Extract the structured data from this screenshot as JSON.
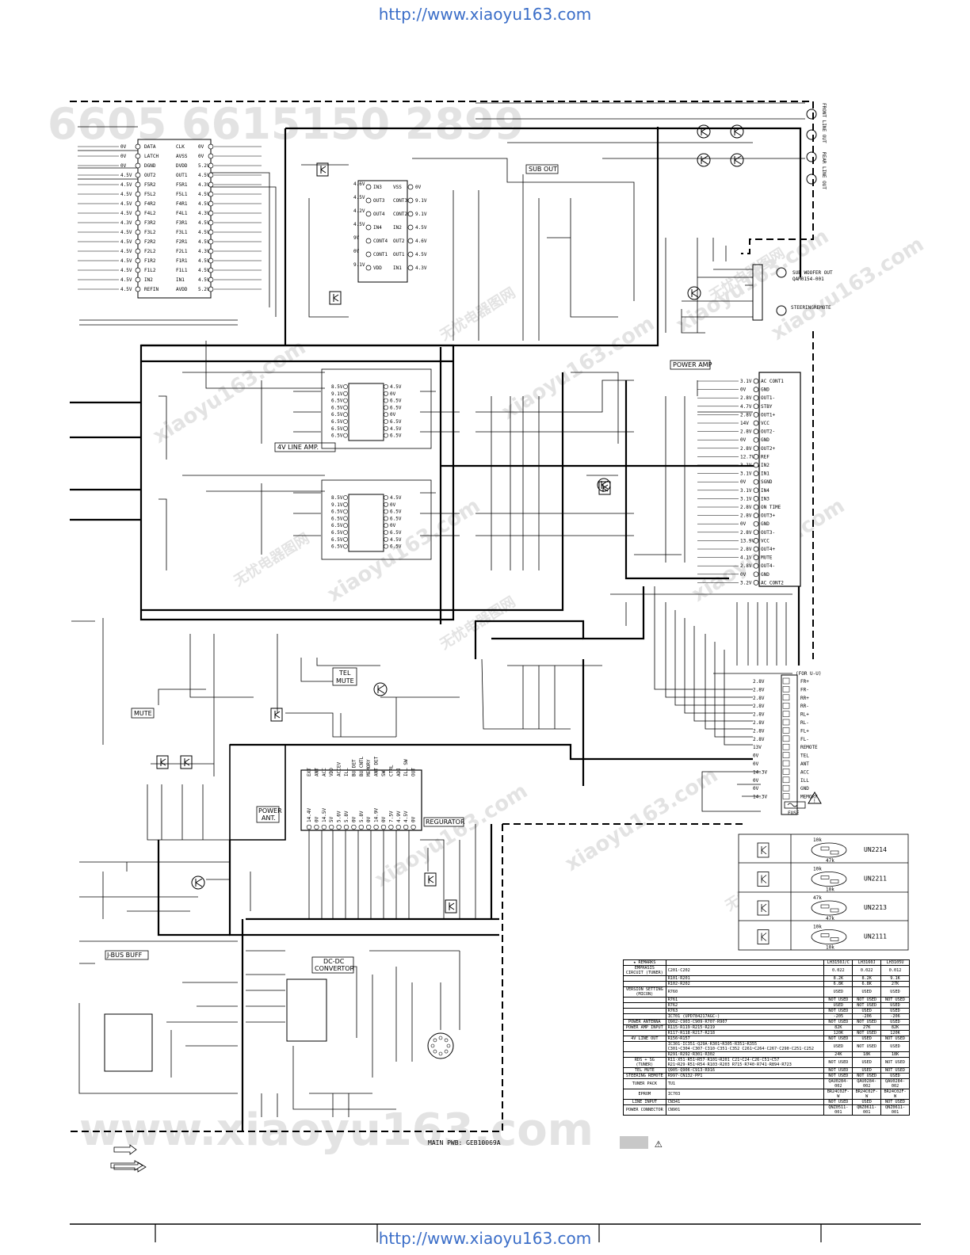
{
  "page": {
    "url_top": "http://www.xiaoyu163.com",
    "url_bottom": "http://www.xiaoyu163.com",
    "pwb_label": "MAIN PWB: GEB10069A"
  },
  "watermark": {
    "big_top": "6605 6615150 2899",
    "big_bottom": "www.xiaoyu163.com",
    "repeat": "xiaoyu163.com",
    "cn": "无忧电器图网"
  },
  "blocks": {
    "sub_out": "SUB OUT",
    "power_amp": "POWER AMP",
    "line_amp": "4V LINE AMP.",
    "tel_mute_1": "TEL",
    "tel_mute_2": "MUTE",
    "mute": "MUTE",
    "power_ant_1": "POWER",
    "power_ant_2": "ANT.",
    "regurator": "REGURATOR",
    "jbus_buff": "J-BUS BUFF",
    "dcdc_1": "DC-DC",
    "dcdc_2": "CONVERTOR"
  },
  "connectors": {
    "front_line_out": "FRONT LINE OUT",
    "rear_line_out": "REAR LINE OUT",
    "sub_woofer_out": "SUB WOOFER OUT",
    "sub_woofer_part": "QAM0154-001",
    "steering_remote": "STEERINGREMOTE",
    "for_unit": "(FOR U-U)",
    "fuse": "FUSE"
  },
  "left_ic": {
    "left_pins": [
      "DATA",
      "LATCH",
      "DGND",
      "OUT2",
      "F5R2",
      "F5L2",
      "F4R2",
      "F4L2",
      "F3R2",
      "F3L2",
      "F2R2",
      "F2L2",
      "F1R2",
      "F1L2",
      "IN2",
      "REFIN"
    ],
    "right_pins": [
      "CLK",
      "AVSS",
      "DVDD",
      "OUT1",
      "F5R1",
      "F5L1",
      "F4R1",
      "F4L1",
      "F3R1",
      "F3L1",
      "F2R1",
      "F2L1",
      "F1R1",
      "F1L1",
      "IN1",
      "AVDD"
    ],
    "left_volts": [
      "0V",
      "0V",
      "0V",
      "4.5V",
      "4.5V",
      "4.5V",
      "4.5V",
      "4.5V",
      "4.3V",
      "4.5V",
      "4.5V",
      "4.5V",
      "4.5V",
      "4.5V",
      "4.5V",
      "4.5V"
    ],
    "right_volts": [
      "0V",
      "0V",
      "5.2V",
      "4.5V",
      "4.3V",
      "4.5V",
      "4.5V",
      "4.3V",
      "4.5V",
      "4.5V",
      "4.5V",
      "4.3V",
      "4.5V",
      "4.5V",
      "4.5V",
      "5.2V"
    ]
  },
  "sub_ic_left": {
    "pins": [
      "IN3",
      "OUT3",
      "OUT4",
      "IN4",
      "CONT4",
      "CONT1",
      "VDD"
    ],
    "volts": [
      "4.6V",
      "4.5V",
      "4.2V",
      "4.5V",
      "9V",
      "0V",
      "9.1V"
    ]
  },
  "sub_ic_right": {
    "pins": [
      "VSS",
      "CONT3",
      "CONT2",
      "IN2",
      "OUT2",
      "OUT1",
      "IN1"
    ],
    "volts": [
      "0V",
      "9.1V",
      "9.1V",
      "4.5V",
      "4.6V",
      "4.5V",
      "4.3V"
    ]
  },
  "line_amp_ic": {
    "left_volts": [
      "8.5V",
      "9.1V",
      "6.5V",
      "6.5V",
      "6.5V",
      "6.5V",
      "6.5V",
      "6.5V"
    ],
    "right_volts": [
      "4.5V",
      "0V",
      "6.5V",
      "6.5V",
      "0V",
      "6.5V",
      "4.5V",
      "6.5V"
    ]
  },
  "power_amp_ic": {
    "pins": [
      "AC CONT1",
      "GND",
      "OUT1-",
      "STBY",
      "OUT1+",
      "VCC",
      "OUT2-",
      "GND",
      "OUT2+",
      "REF",
      "IN2",
      "IN1",
      "SGND",
      "IN4",
      "IN3",
      "ON TIME",
      "OUT3+",
      "GND",
      "OUT3-",
      "VCC",
      "OUT4+",
      "MUTE",
      "OUT4-",
      "GND",
      "AC CONT2"
    ],
    "volts": [
      "3.1V",
      "0V",
      "2.8V",
      "4.7V",
      "2.8V",
      "14V",
      "2.8V",
      "0V",
      "2.8V",
      "12.7V",
      "3.1V",
      "3.1V",
      "0V",
      "3.1V",
      "3.1V",
      "2.8V",
      "2.8V",
      "0V",
      "2.8V",
      "13.9V",
      "2.8V",
      "4.1V",
      "2.8V",
      "0V",
      "3.2V"
    ]
  },
  "regulator_pins": [
    "EXT",
    "ANT",
    "ACC",
    "VDD",
    "ACCEV",
    "ILL",
    "BU DET",
    "BU CNTL",
    "MEMORY",
    "ANT DET",
    "SW",
    "CTRL",
    "ADJ",
    "ILL SW",
    "OUT"
  ],
  "regulator_volts": [
    "14.4V",
    "0V",
    "14.5V",
    "5V",
    "5.6V",
    "5.8V",
    "0V",
    "5.8V",
    "0V",
    "14.9V",
    "0V",
    "7.5V",
    "4.9V",
    "4.5V",
    "0V"
  ],
  "main_connector": {
    "pins": [
      "FR+",
      "FR-",
      "RR+",
      "RR-",
      "RL+",
      "RL-",
      "FL+",
      "FL-",
      "REMOTE",
      "TEL",
      "ANT",
      "ACC",
      "ILL",
      "GND",
      "MEMORY"
    ],
    "volts": [
      "2.8V",
      "2.8V",
      "2.8V",
      "2.8V",
      "2.8V",
      "2.8V",
      "2.8V",
      "2.8V",
      "13V",
      "0V",
      "0V",
      "14.3V",
      "0V",
      "0V",
      "14.3V"
    ]
  },
  "transistors": [
    {
      "part": "UN2214",
      "top": "10k",
      "bottom": "47k"
    },
    {
      "part": "UN2211",
      "top": "10k",
      "bottom": "10k"
    },
    {
      "part": "UN2213",
      "top": "47k",
      "bottom": "47k"
    },
    {
      "part": "UN2111",
      "top": "10k",
      "bottom": "10k"
    }
  ],
  "remarks_table": {
    "header": [
      "★ REMARKS",
      "",
      "LH3150J/C",
      "LH3160J",
      "LH3105U"
    ],
    "rows": [
      [
        "EMPHASIS CIRCUIT (TUNER)",
        "C201·C202",
        "0.022",
        "0.022",
        "0.012"
      ],
      [
        "",
        "R101·R201",
        "8.2K",
        "8.2K",
        "9.1K"
      ],
      [
        "",
        "R102·R202",
        "6.8K",
        "6.8K",
        "27K"
      ],
      [
        "VERSION SETTING (MICON)",
        "R760",
        "USED",
        "USED",
        "USED"
      ],
      [
        "",
        "R761",
        "NOT USED",
        "NOT USED",
        "NOT USED"
      ],
      [
        "",
        "R762",
        "USED",
        "NOT USED",
        "USED"
      ],
      [
        "",
        "R763",
        "NOT USED",
        "USED",
        "USED"
      ],
      [
        "",
        "IC701 (UPD784217AGC-)",
        "-205",
        "-206",
        "-206"
      ],
      [
        "POWER ANTENNA",
        "Q902·C903·C909·R707·R907",
        "NOT USED",
        "NOT USED",
        "USED"
      ],
      [
        "POWER AMP INPUT",
        "R115·R119·R215·R219",
        "82K",
        "27K",
        "82K"
      ],
      [
        "",
        "R117·R118·R217·R218",
        "120K",
        "NOT USED",
        "120K"
      ],
      [
        "4V LINE OUT",
        "R156~R157",
        "NOT USED",
        "USED",
        "NOT USED"
      ],
      [
        "",
        "IC301·IC351·Q29A·R301~R305·R351~R355 C301~C304·C307·C310·C351·C352 C261~C264·C267·C290·C251·C252",
        "USED",
        "NOT USED",
        "USED"
      ],
      [
        "",
        "R291·R292·R301·R302",
        "24K",
        "18K",
        "18K"
      ],
      [
        "RDS + SG (TUNER)",
        "R11·X51·R51~R57·R101~R201 C21~C24·C26·C51~C57 R21~R29·R51~R54·R103·R203 R715·R740·R741·R894·R723",
        "NOT USED",
        "USED",
        "NOT USED"
      ],
      [
        "TEL MUTE",
        "Q905·Q906·C913·R916",
        "NOT USED",
        "USED",
        "NOT USED"
      ],
      [
        "STEERING REMOTE",
        "R997·CN132·PP1",
        "NOT USED",
        "NOT USED",
        "USED"
      ],
      [
        "TUNER PACK",
        "TU1",
        "QAU0284-002",
        "QAU0284-002",
        "QAU0284-002"
      ],
      [
        "EPROM",
        "IC703",
        "BR24C02F-W",
        "BR24C02F-W",
        "BR24C02F-W"
      ],
      [
        "LINE INPUT",
        "CN341",
        "NOT USED",
        "USED",
        "NOT USED"
      ],
      [
        "POWER CONNECTOR",
        "CN901",
        "QNZ0511-001",
        "QNZ0611-001",
        "QNZ0611-001"
      ]
    ]
  }
}
